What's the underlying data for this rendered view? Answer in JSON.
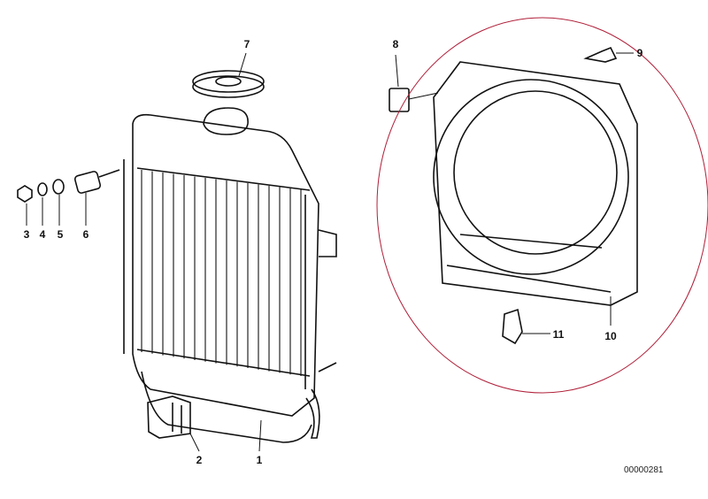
{
  "diagram": {
    "part_labels": [
      "1",
      "2",
      "3",
      "4",
      "5",
      "6",
      "7",
      "8",
      "9",
      "10",
      "11"
    ],
    "figure_code": "00000281",
    "highlight_color": "#b0203a"
  }
}
